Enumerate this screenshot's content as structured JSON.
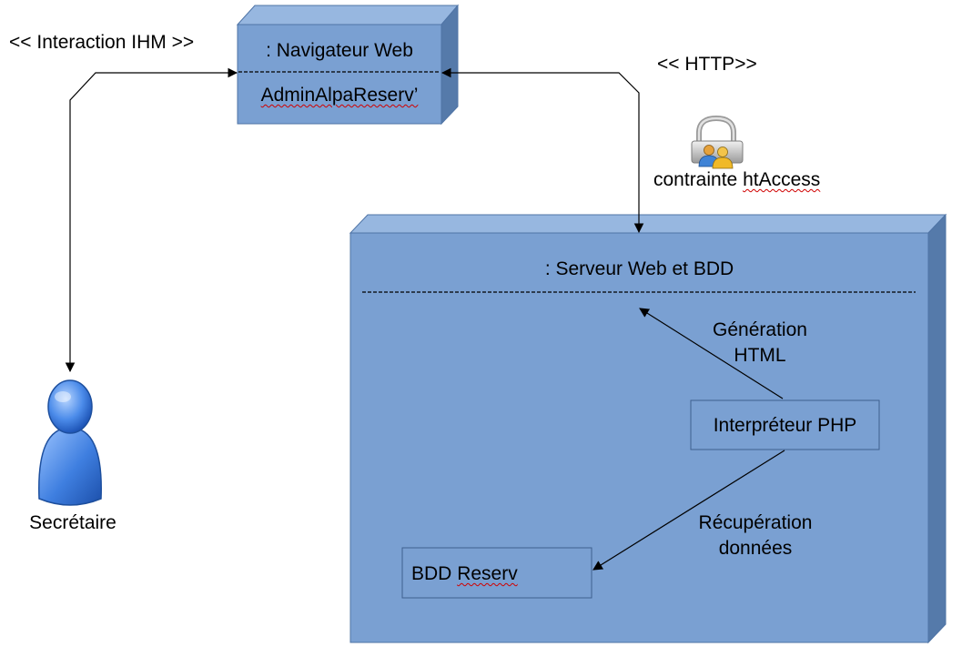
{
  "stereotypes": {
    "interaction": "<< Interaction IHM >>",
    "http": "<< HTTP>>"
  },
  "navigator": {
    "title": ": Navigateur Web",
    "artifact": "AdminAlpaReserv’"
  },
  "constraint": {
    "label": "contrainte htAccess",
    "icon": "padlock-users-icon"
  },
  "server": {
    "title": ": Serveur Web et BDD",
    "interpreter": "Interpréteur PHP",
    "database": "BDD Reserv",
    "generation_line1": "Génération",
    "generation_line2": "HTML",
    "retrieval_line1": "Récupération",
    "retrieval_line2": "données"
  },
  "actor": {
    "label": "Secrétaire",
    "icon": "user-actor-icon"
  },
  "colors": {
    "node_front": "#7aa0d2",
    "node_top": "#97b7e0",
    "node_side": "#557aaa",
    "node_border": "#4f74a6",
    "actor_blue": "#3a7be0"
  }
}
